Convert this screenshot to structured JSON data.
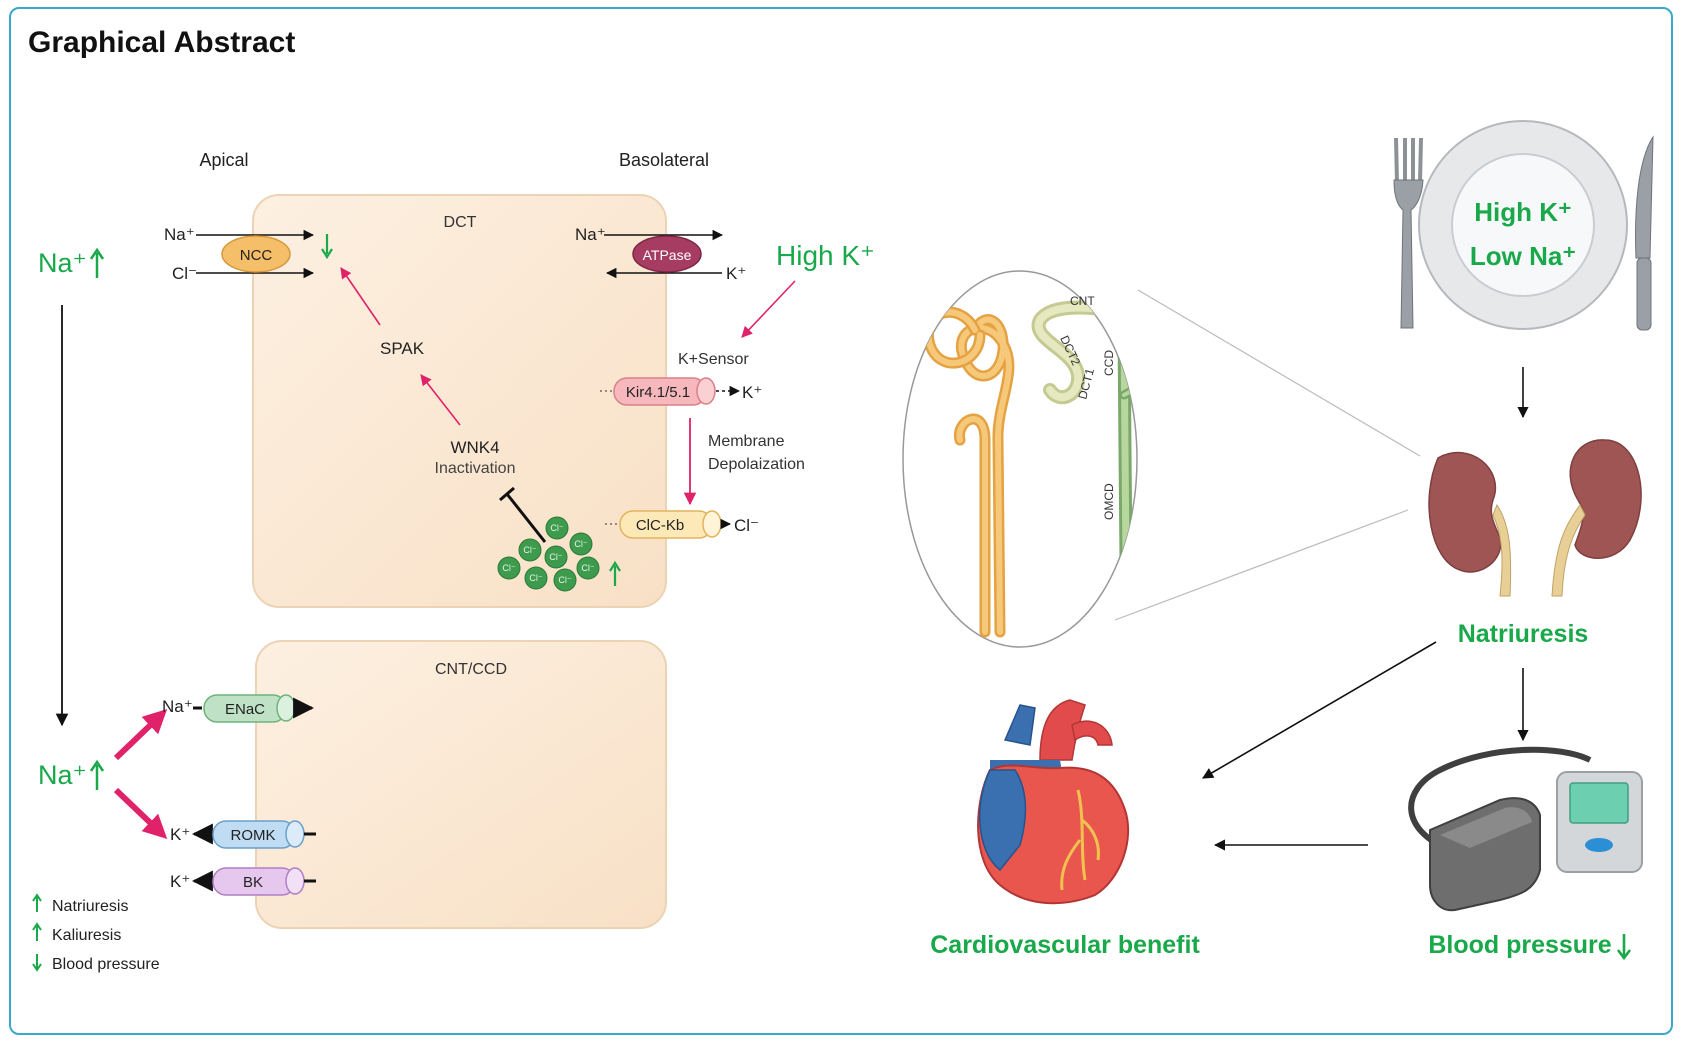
{
  "title": "Graphical Abstract",
  "labels": {
    "apical": "Apical",
    "basolateral": "Basolateral",
    "dct": "DCT",
    "cnt_ccd": "CNT/CCD",
    "na_up_top": "Na⁺",
    "na_up_bottom": "Na⁺",
    "na_plus": "Na⁺",
    "cl_minus": "Cl⁻",
    "k_plus": "K⁺",
    "ncc": "NCC",
    "atpase": "ATPase",
    "high_k": "High K⁺",
    "k_sensor": "K+Sensor",
    "kir": "Kir4.1/5.1",
    "membrane_line1": "Membrane",
    "membrane_line2": "Depolaization",
    "spak": "SPAK",
    "wnk4": "WNK4",
    "inactivation": "Inactivation",
    "clc": "ClC-Kb",
    "cl_ion": "Cl⁻",
    "enac": "ENaC",
    "romk": "ROMK",
    "bk": "BK"
  },
  "legend": [
    "Natriuresis",
    "Kaliuresis",
    "Blood pressure"
  ],
  "nephron_labels": {
    "cnt": "CNT",
    "dct2": "DCT2",
    "dct1": "DCT1",
    "ccd": "CCD",
    "omcd": "OMCD"
  },
  "plate": {
    "line1": "High K⁺",
    "line2": "Low Na⁺"
  },
  "outcomes": {
    "natriuresis": "Natriuresis",
    "cardiovascular": "Cardiovascular benefit",
    "blood_pressure": "Blood pressure"
  },
  "colors": {
    "accent_green": "#19a84a",
    "arrow_magenta": "#e0226a",
    "cell_fill": "#fbe8d3",
    "border": "#3aa9c9"
  }
}
